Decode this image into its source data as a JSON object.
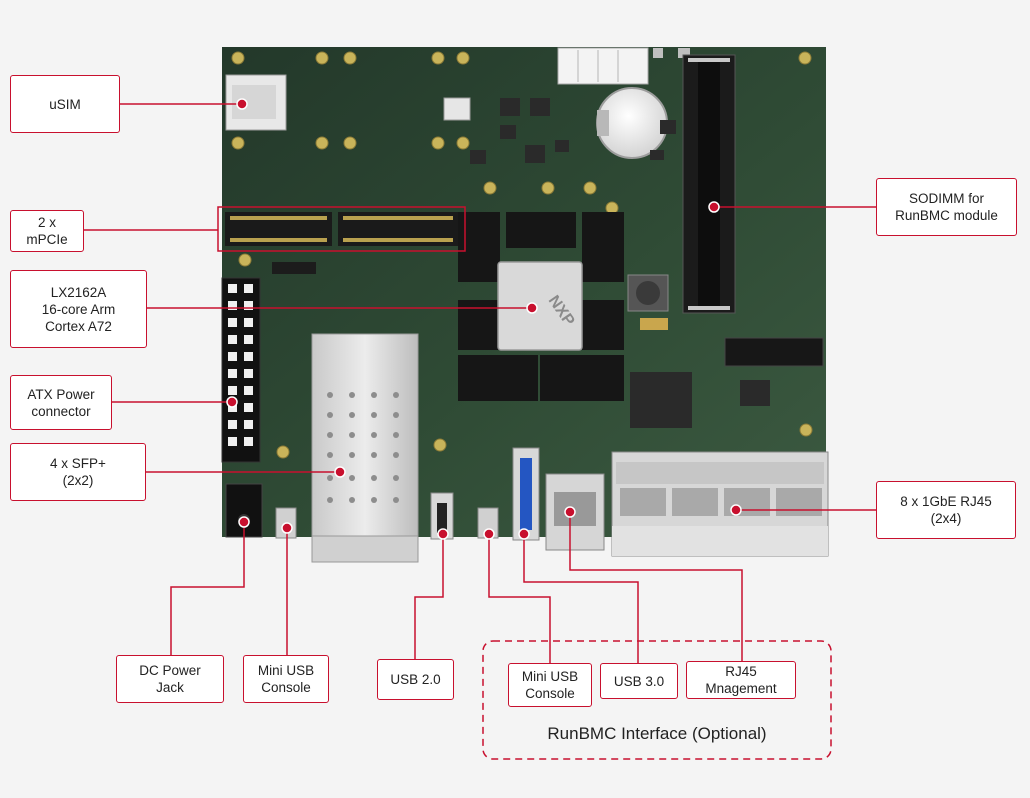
{
  "colors": {
    "accent": "#c8102e",
    "board": "#2f4a34",
    "background": "#f4f4f4"
  },
  "chip_marking": "NXP",
  "labels": {
    "usim": "uSIM",
    "mpcie": "2 x\nmPCIe",
    "cpu": "LX2162A\n16-core Arm\nCortex A72",
    "atx": "ATX Power\nconnector",
    "sfp": "4 x SFP+\n(2x2)",
    "sodimm": "SODIMM for\nRunBMC module",
    "rj45": "8 x 1GbE RJ45\n(2x4)",
    "dc": "DC Power\nJack",
    "miniusb1": "Mini USB\nConsole",
    "usb2": "USB 2.0",
    "miniusb2": "Mini USB\nConsole",
    "usb3": "USB 3.0",
    "rj45mgmt": "RJ45\nMnagement"
  },
  "runbmc_caption": "RunBMC Interface (Optional)"
}
